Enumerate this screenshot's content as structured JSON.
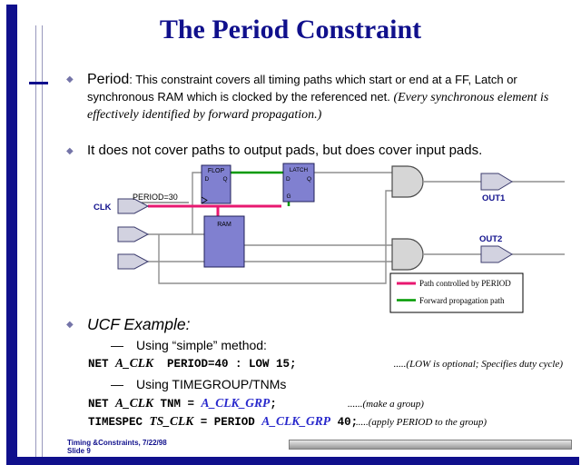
{
  "title": "The Period Constraint",
  "icons": {
    "bullet": "◆"
  },
  "colors": {
    "accent_navy": "#10108c"
  },
  "bullets": {
    "period_label": "Period",
    "period_text": ": This constraint covers all timing paths which start or end at a FF, Latch or synchronous RAM which is clocked by the referenced net. ",
    "period_note": "(Every synchronous element is effectively identified by forward propagation.)",
    "io_pads": "It does not cover paths to output pads, but does cover input pads."
  },
  "diagram": {
    "clk": "CLK",
    "period_constraint": "PERIOD=30",
    "flop": {
      "name": "FLOP",
      "d": "D",
      "q": "Q"
    },
    "latch": {
      "name": "LATCH",
      "d": "D",
      "q": "Q",
      "g": "G"
    },
    "ram": "RAM",
    "out1": "OUT1",
    "out2": "OUT2",
    "legend": {
      "period_path": "Path controlled by PERIOD",
      "forward_path": "Forward propagation path"
    },
    "colors": {
      "period_path": "#e81870",
      "forward_path": "#009a00"
    }
  },
  "ucf": {
    "heading": "UCF Example:",
    "dash": "—",
    "simple_label": "Using “simple” method:",
    "code1": {
      "kw": "NET ",
      "var": "A_CLK",
      "rest": "  PERIOD=40 : LOW 15;"
    },
    "note1": ".....(LOW is optional; Specifies duty cycle)",
    "timegroup_label": "Using TIMEGROUP/TNMs",
    "code2": {
      "kw": "NET ",
      "var": "A_CLK",
      "mid": " TNM = ",
      "grp": "A_CLK_GRP",
      "end": ";"
    },
    "note2": "......(make a group)",
    "code3": {
      "kw": "TIMESPEC ",
      "var": "TS_CLK",
      "mid": " = PERIOD ",
      "grp": "A_CLK_GRP",
      "end": " 40;"
    },
    "note3": ".....(apply PERIOD to the group)"
  },
  "footer": {
    "line1": "Timing &Constraints, 7/22/98",
    "line2": "Slide 9"
  }
}
